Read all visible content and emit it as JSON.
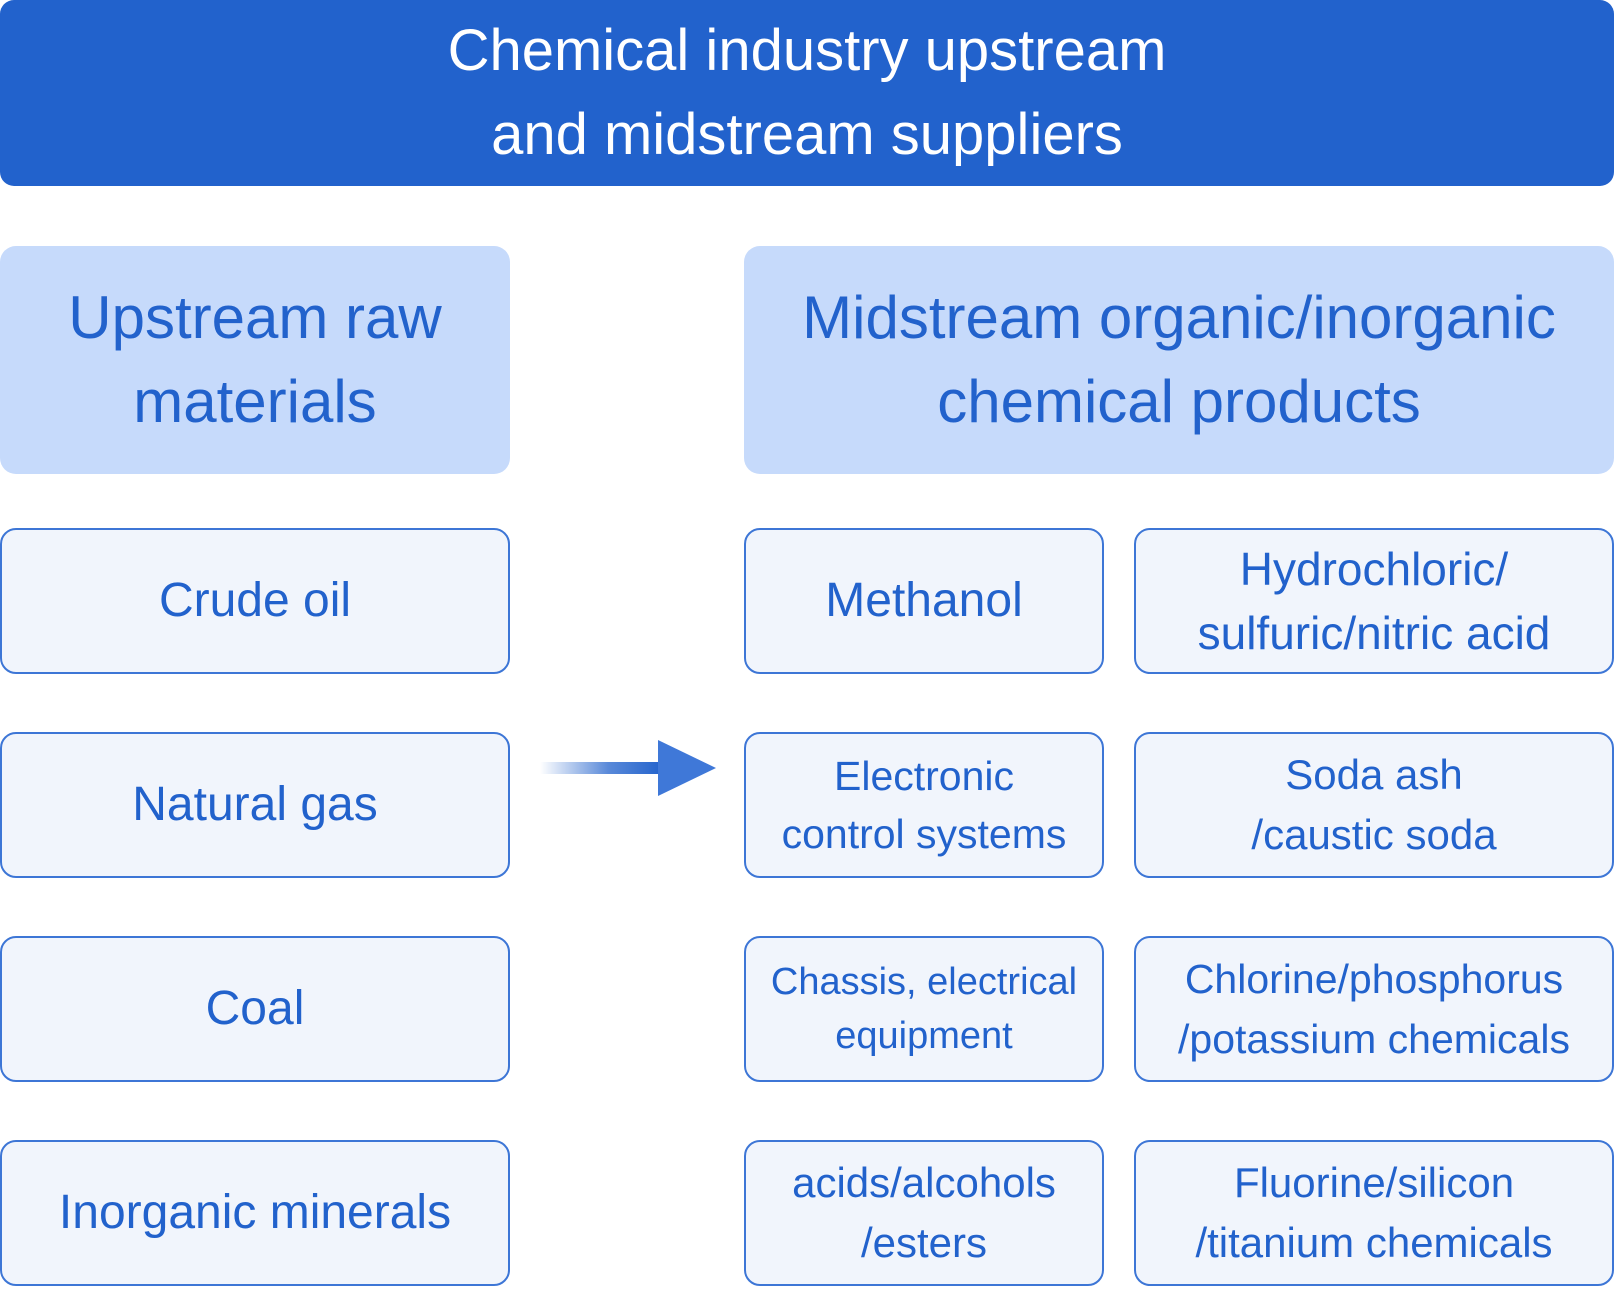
{
  "title": "Chemical industry upstream\nand midstream suppliers",
  "upstream": {
    "heading": "Upstream raw\nmaterials",
    "items": [
      {
        "label": "Crude oil"
      },
      {
        "label": "Natural gas"
      },
      {
        "label": "Coal"
      },
      {
        "label": "Inorganic minerals"
      }
    ]
  },
  "midstream": {
    "heading": "Midstream organic/inorganic\nchemical products",
    "left_items": [
      {
        "label": "Methanol"
      },
      {
        "label": "Electronic\ncontrol systems"
      },
      {
        "label": "Chassis, electrical\nequipment"
      },
      {
        "label": "acids/alcohols\n/esters"
      }
    ],
    "right_items": [
      {
        "label": "Hydrochloric/\nsulfuric/nitric acid"
      },
      {
        "label": "Soda ash\n/caustic soda"
      },
      {
        "label": "Chlorine/phosphorus\n/potassium chemicals"
      },
      {
        "label": "Fluorine/silicon\n/titanium chemicals"
      }
    ]
  },
  "colors": {
    "primary": "#2262cc",
    "heading_fill": "#c6dafb",
    "item_fill": "#f1f5fc",
    "item_border": "#3d76d6"
  },
  "icons": {
    "flow_arrow": "arrow-right-icon"
  }
}
